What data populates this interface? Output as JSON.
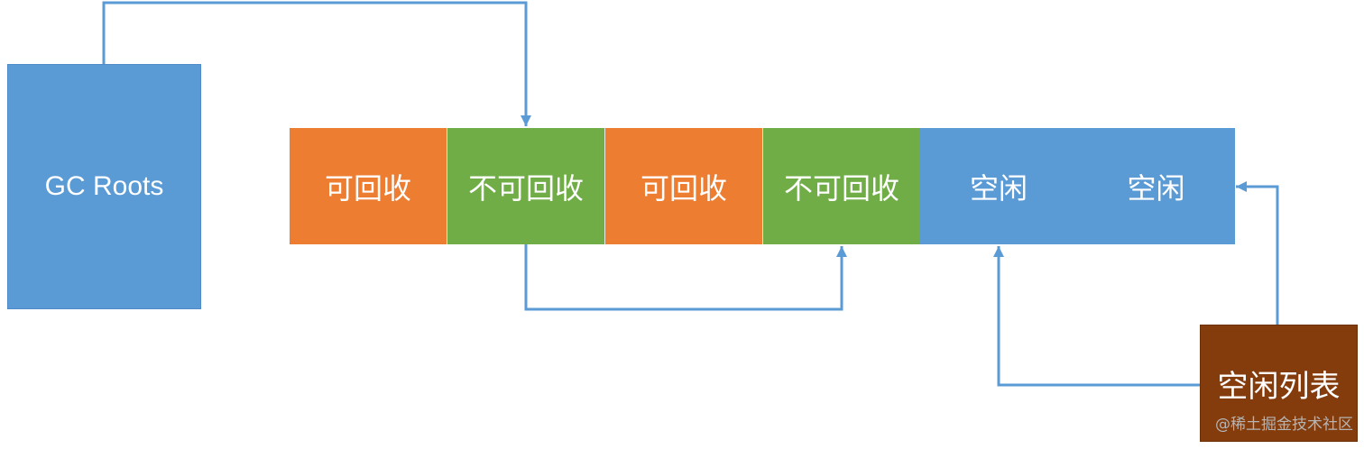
{
  "gc_roots": {
    "label": "GC Roots",
    "color": "#5b9bd5"
  },
  "memory_cells": [
    {
      "label": "可回收",
      "state": "reclaimable",
      "color": "#ed7d31"
    },
    {
      "label": "不可回收",
      "state": "non-reclaimable",
      "color": "#70ad47"
    },
    {
      "label": "可回收",
      "state": "reclaimable",
      "color": "#ed7d31"
    },
    {
      "label": "不可回收",
      "state": "non-reclaimable",
      "color": "#70ad47"
    },
    {
      "label": "空闲",
      "state": "free",
      "color": "#5b9bd5"
    },
    {
      "label": "空闲",
      "state": "free",
      "color": "#5b9bd5"
    }
  ],
  "free_list": {
    "label": "空闲列表",
    "color": "#843c0c"
  },
  "arrow_color": "#5b9bd5",
  "watermark": "@稀土掘金技术社区"
}
